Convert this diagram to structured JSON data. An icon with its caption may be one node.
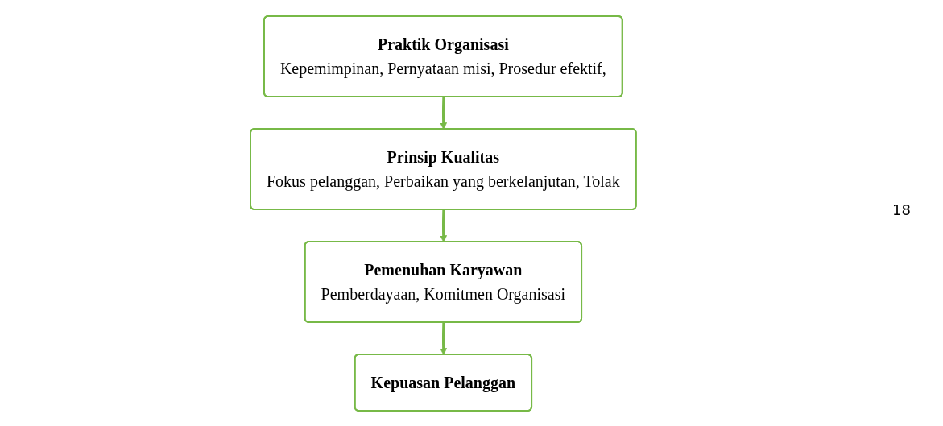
{
  "diagram": {
    "nodes": [
      {
        "text": [
          "Praktik Organisasi",
          "Kepemimpinan, Pernyataan misi, Prosedur efektif,"
        ]
      },
      {
        "text": [
          "Prinsip Kualitas",
          "Fokus pelanggan, Perbaikan yang berkelanjutan, Tolak"
        ]
      },
      {
        "text": [
          "Pemenuhan Karyawan",
          "Pemberdayaan, Komitmen Organisasi"
        ]
      },
      {
        "text": [
          "Kepuasan Pelanggan"
        ]
      }
    ],
    "edges": [
      {
        "from": 0,
        "to": 1,
        "arrow": "to"
      },
      {
        "from": 1,
        "to": 2,
        "arrow": "to"
      },
      {
        "from": 2,
        "to": 3,
        "arrow": "to"
      }
    ],
    "labels": [
      "18"
    ]
  }
}
